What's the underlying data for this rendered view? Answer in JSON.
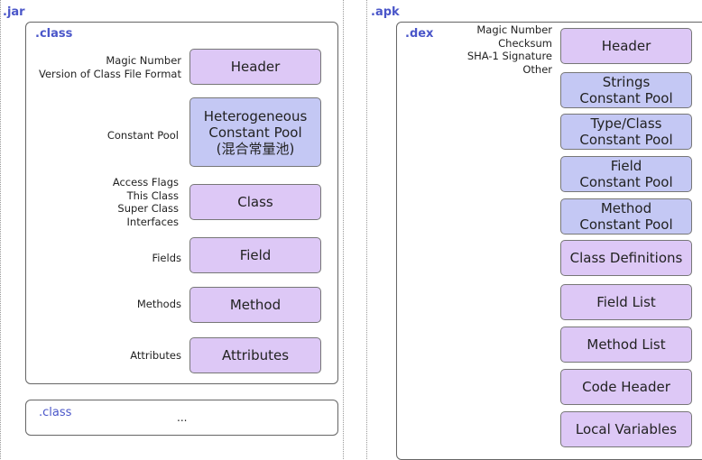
{
  "jar": {
    "tag": ".jar",
    "class_tag": ".class",
    "second_class_tag": ".class",
    "second_class_ellipsis": "...",
    "labels": {
      "header": [
        "Magic Number",
        "Version of Class File Format"
      ],
      "constant_pool": "Constant Pool",
      "class": [
        "Access Flags",
        "This Class",
        "Super Class",
        "Interfaces"
      ],
      "fields": "Fields",
      "methods": "Methods",
      "attributes": "Attributes"
    },
    "boxes": {
      "header": "Header",
      "constant_pool": [
        "Heterogeneous",
        "Constant Pool",
        "(混合常量池)"
      ],
      "class": "Class",
      "field": "Field",
      "method": "Method",
      "attributes": "Attributes"
    }
  },
  "apk": {
    "tag": ".apk",
    "dex_tag": ".dex",
    "header_labels": [
      "Magic Number",
      "Checksum",
      "SHA-1 Signature",
      "Other"
    ],
    "boxes": {
      "header": "Header",
      "strings": [
        "Strings",
        "Constant Pool"
      ],
      "type_class": [
        "Type/Class",
        "Constant Pool"
      ],
      "field_pool": [
        "Field",
        "Constant Pool"
      ],
      "method_pool": [
        "Method",
        "Constant Pool"
      ],
      "class_definitions": "Class Definitions",
      "field_list": "Field List",
      "method_list": "Method List",
      "code_header": "Code Header",
      "local_variables": "Local Variables"
    }
  },
  "colors": {
    "section_box": "#ddc8f6",
    "constant_pool_box": "#c4c8f4",
    "tag_text": "#4a56c9"
  }
}
